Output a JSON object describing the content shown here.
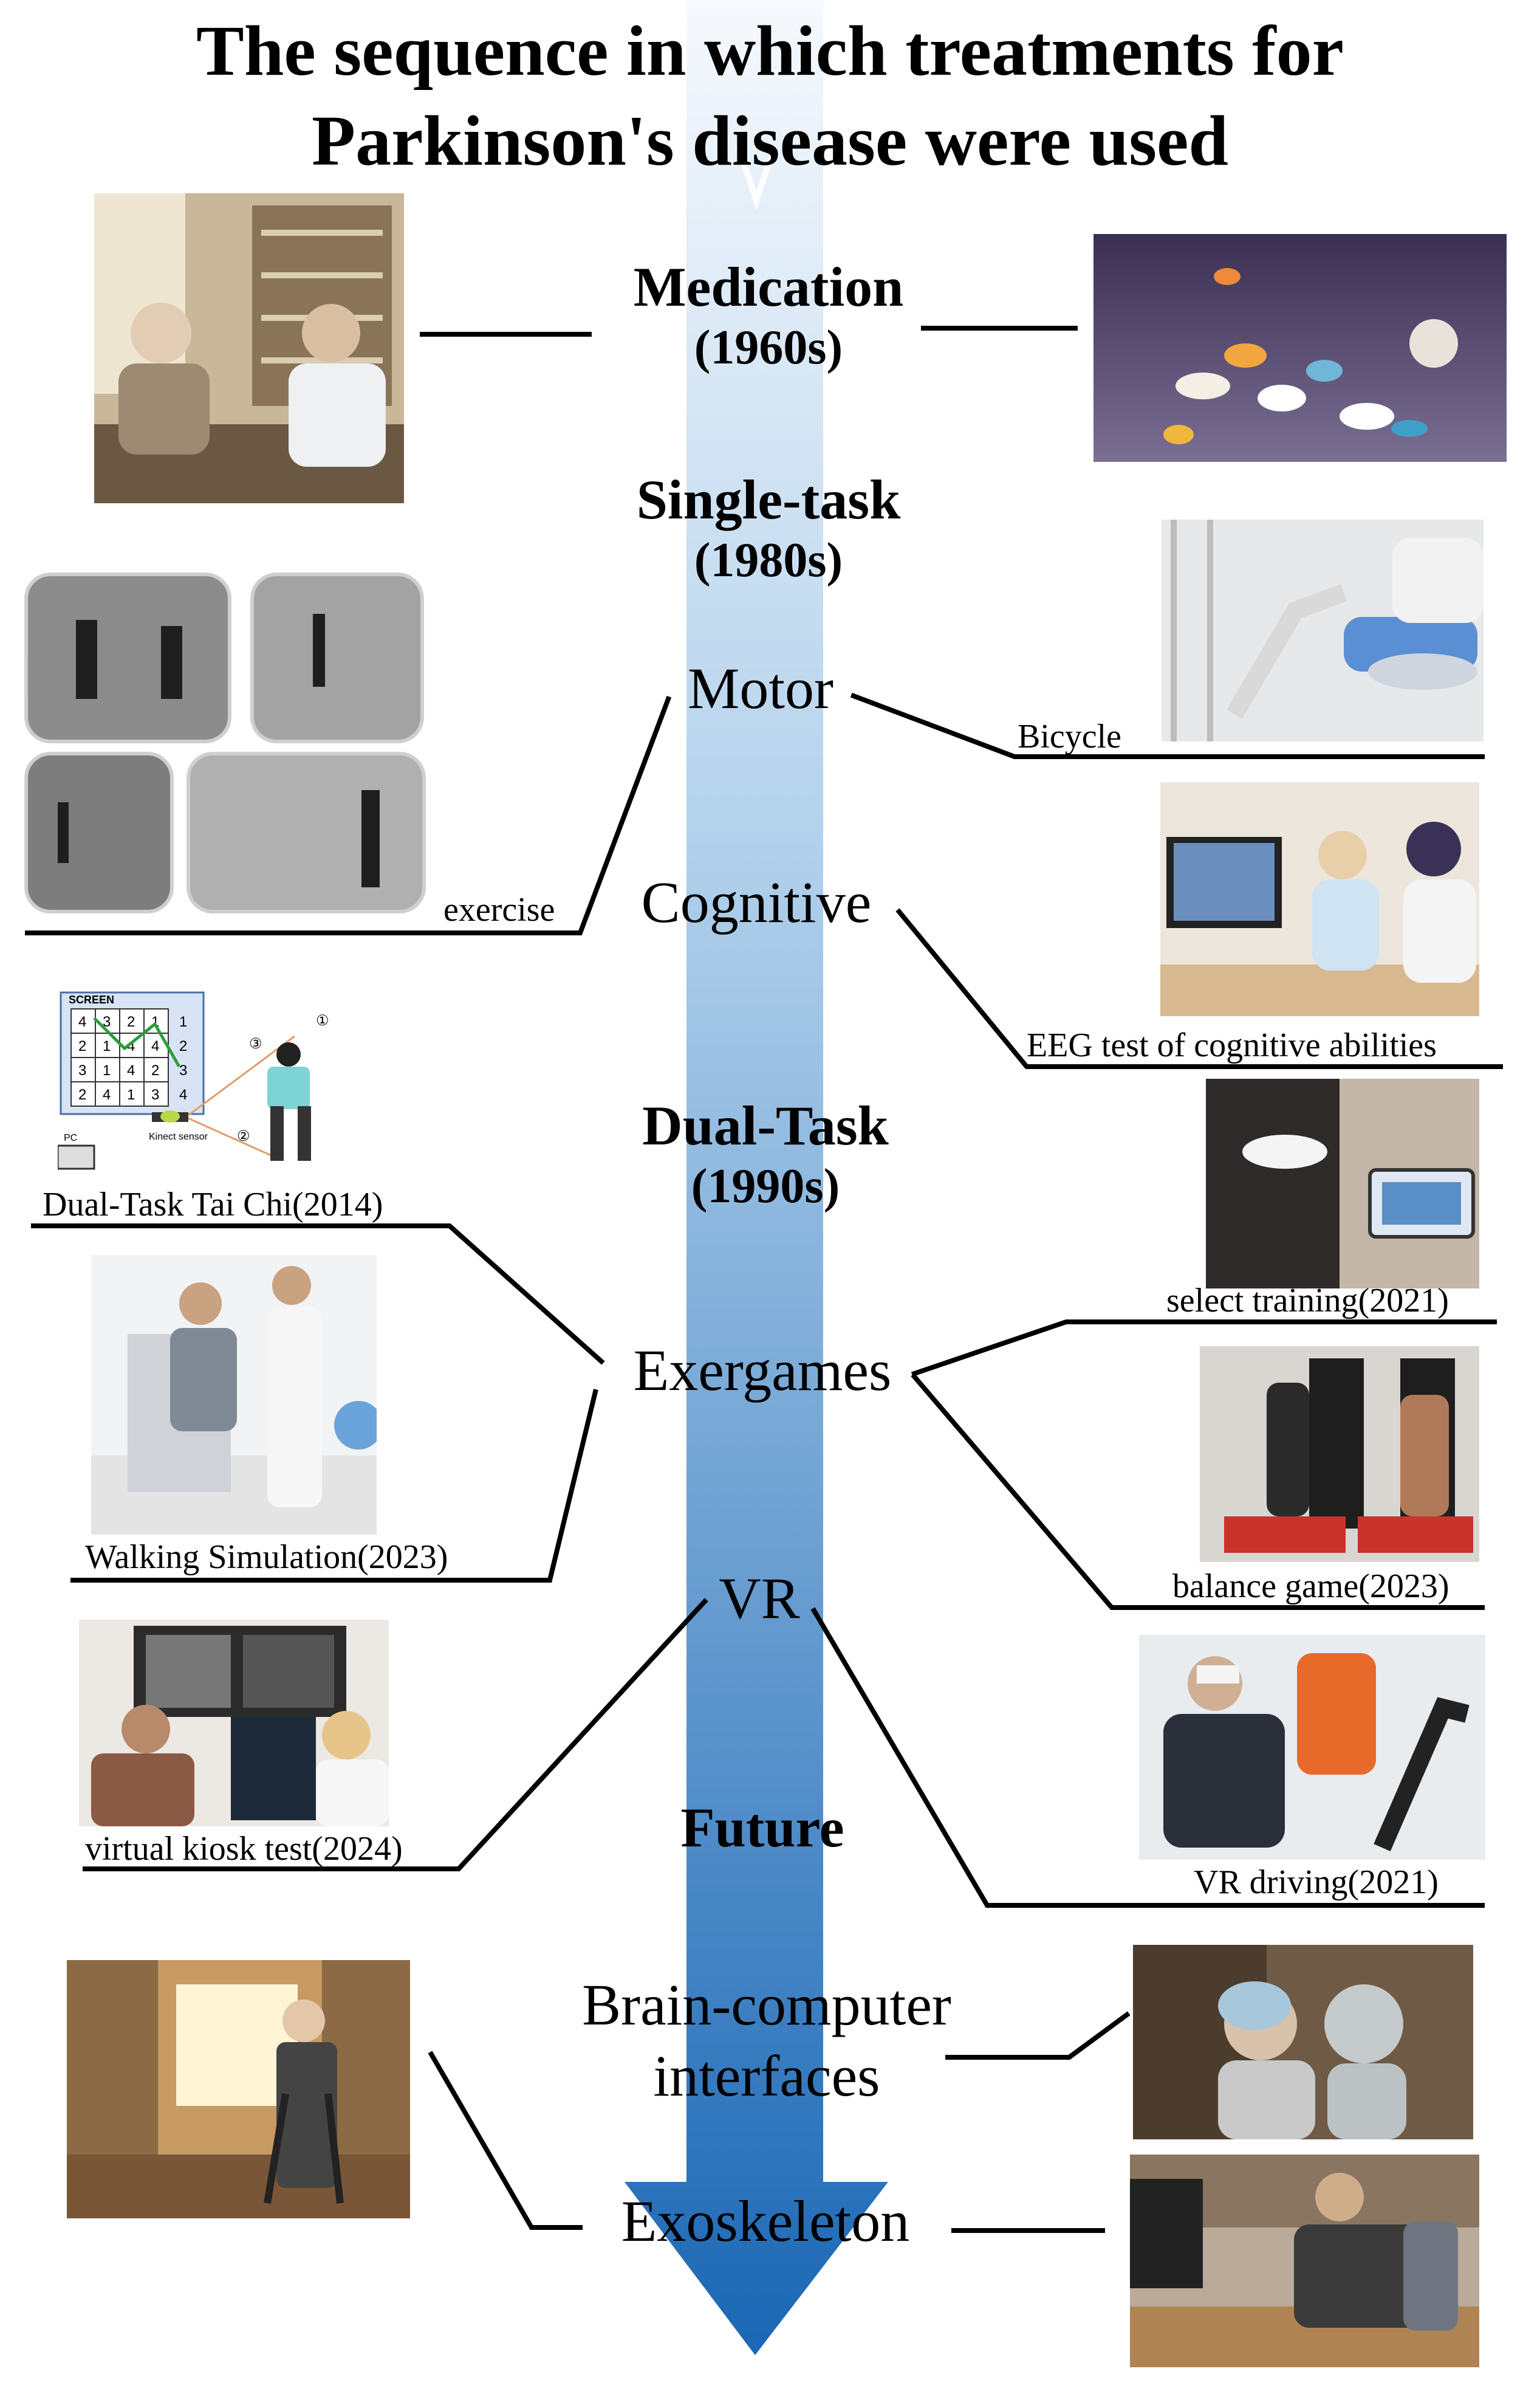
{
  "title": {
    "line1": "The sequence in which treatments for",
    "line2": "Parkinson's disease were used"
  },
  "colors": {
    "arrow_top": "#f4f8fd",
    "arrow_bottom": "#1d6bb8",
    "line": "#000000"
  },
  "timeline": {
    "medication": {
      "label": "Medication",
      "year": "(1960s)"
    },
    "single_task": {
      "label": "Single-task",
      "year": "(1980s)"
    },
    "motor": "Motor",
    "cognitive": "Cognitive",
    "dual_task": {
      "label": "Dual-Task",
      "year": "(1990s)"
    },
    "exergames": "Exergames",
    "vr": "VR",
    "future": "Future",
    "bci": {
      "line1": "Brain-computer",
      "line2": "interfaces"
    },
    "exoskeleton": "Exoskeleton"
  },
  "captions": {
    "bicycle": "Bicycle",
    "exercise": "exercise",
    "eeg": "EEG test of cognitive abilities",
    "tai_chi": "Dual-Task Tai Chi(2014)",
    "select_training": "select training(2021)",
    "walking_sim": "Walking Simulation(2023)",
    "balance_game": "balance game(2023)",
    "kiosk": "virtual kiosk test(2024)",
    "vr_driving": "VR driving(2021)"
  },
  "tai_chi_diagram": {
    "screen": "SCREEN",
    "pc": "PC",
    "sensor": "Kinect sensor",
    "grid": [
      "4",
      "3",
      "2",
      "1",
      "2",
      "1",
      "4",
      "4",
      "3",
      "1",
      "4",
      "2",
      "2",
      "4",
      "1",
      "3"
    ],
    "side_numbers": [
      "1",
      "2",
      "3",
      "4"
    ],
    "markers": [
      "①",
      "②",
      "③"
    ]
  }
}
